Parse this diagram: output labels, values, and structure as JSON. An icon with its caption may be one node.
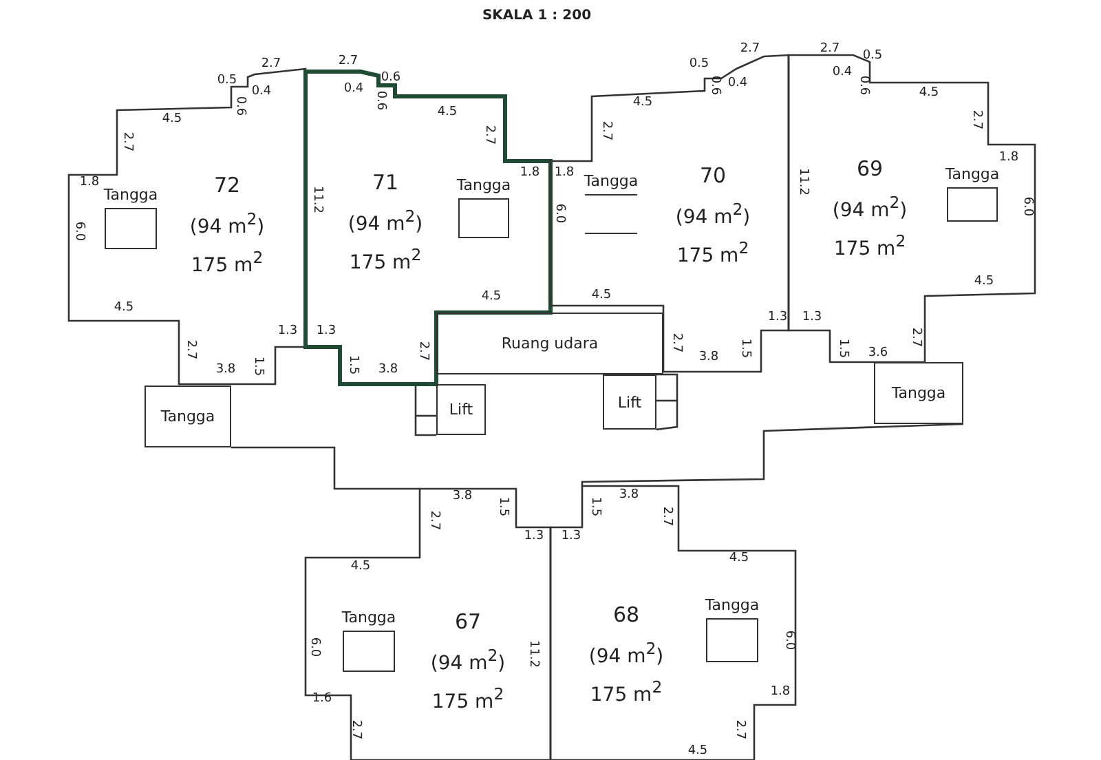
{
  "diagram": {
    "nodes": [
      {
        "text": [
          "72",
          "(94 m$^{2}$)",
          "175 m$^{2}$"
        ]
      },
      {
        "text": [
          "Tangga"
        ],
        "in": 0
      },
      {
        "text": [
          "71",
          "(94 m$^{2}$)",
          "175 m$^{2}$"
        ]
      },
      {
        "text": [
          "Tangga"
        ],
        "in": 2
      },
      {
        "text": [
          "70",
          "(94 m$^{2}$)",
          "175 m$^{2}$"
        ]
      },
      {
        "text": [
          "Tangga"
        ],
        "in": 4
      },
      {
        "text": [
          "69",
          "(94 m$^{2}$)",
          "175 m$^{2}$"
        ]
      },
      {
        "text": [
          "Tangga"
        ],
        "in": 6
      },
      {
        "text": [
          "Ruang udara"
        ]
      },
      {
        "text": [
          "Tangga"
        ]
      },
      {
        "text": [
          "Lift"
        ]
      },
      {
        "text": [
          "Lift"
        ]
      },
      {
        "text": [
          "Tangga"
        ]
      },
      {
        "text": [
          "67",
          "(94 m$^{2}$)",
          "175 m$^{2}$"
        ]
      },
      {
        "text": [
          "Tangga"
        ],
        "in": 13
      },
      {
        "text": [
          "68",
          "(94 m$^{2}$)",
          "175 m$^{2}$"
        ]
      },
      {
        "text": [
          "Tangga"
        ],
        "in": 15
      }
    ],
    "labels": [
      "SKALA 1 : 200",
      "0.5",
      "2.7",
      "0.4",
      "0.6",
      "4.5",
      "2.7",
      "1.8",
      "6.0",
      "4.5",
      "2.7",
      "3.8",
      "1.5",
      "1.3",
      "2.7",
      "0.4",
      "0.6",
      "0.6",
      "4.5",
      "2.7",
      "1.8",
      "11.2",
      "6.0",
      "4.5",
      "1.3",
      "1.5",
      "3.8",
      "2.7",
      "0.5",
      "2.7",
      "0.4",
      "0.6",
      "4.5",
      "2.7",
      "1.8",
      "11.2",
      "4.5",
      "2.7",
      "3.8",
      "1.5",
      "1.3",
      "2.7",
      "0.4",
      "0.5",
      "0.6",
      "4.5",
      "2.7",
      "1.8",
      "6.0",
      "4.5",
      "1.3",
      "1.5",
      "3.6",
      "2.7",
      "3.8",
      "1.5",
      "2.7",
      "1.3",
      "4.5",
      "6.0",
      "1.6",
      "2.7",
      "11.2",
      "1.3",
      "1.5",
      "3.8",
      "2.7",
      "4.5",
      "6.0",
      "1.8",
      "2.7",
      "4.5"
    ]
  }
}
